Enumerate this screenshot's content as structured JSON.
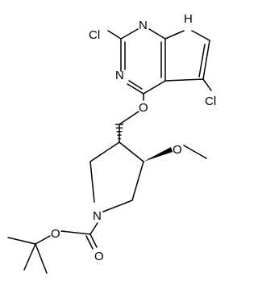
{
  "molecule": {
    "atoms": {
      "cl_top": "Cl",
      "n_top": "N",
      "nh": "H",
      "n_left": "N",
      "o_ether": "O",
      "cl_right": "Cl",
      "o_methoxy": "O",
      "n_ring": "N",
      "o_ester": "O",
      "o_carbonyl": "O"
    }
  }
}
